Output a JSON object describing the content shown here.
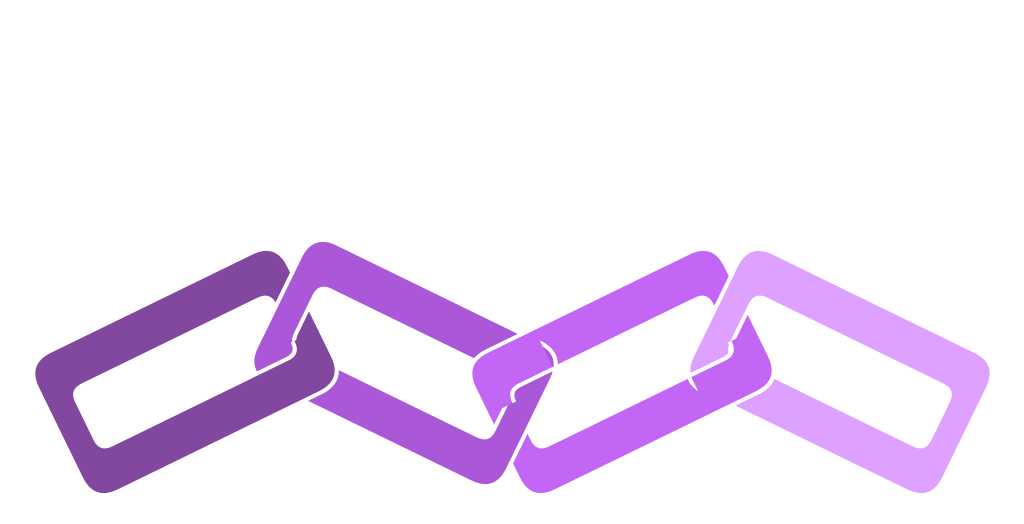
{
  "graphic": {
    "name": "chain-links",
    "link_count": 4,
    "background": "#ffffff",
    "links": [
      {
        "name": "link-1",
        "color": "#82479f"
      },
      {
        "name": "link-2",
        "color": "#aa57d8"
      },
      {
        "name": "link-3",
        "color": "#c366f6"
      },
      {
        "name": "link-4",
        "color": "#dea1ff"
      }
    ],
    "gap_color": "#ffffff"
  }
}
